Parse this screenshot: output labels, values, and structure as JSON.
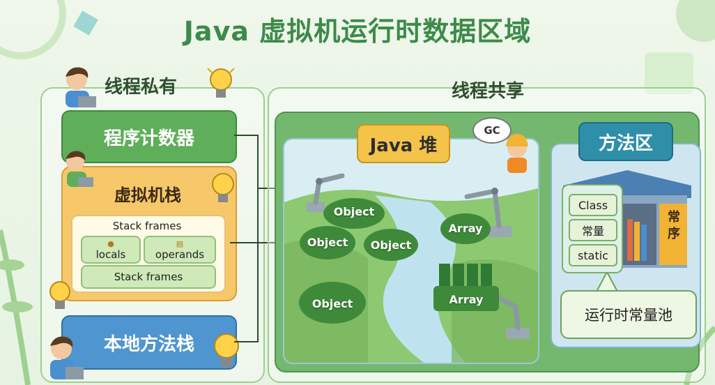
{
  "title": "Java 虚拟机运行时数据区域",
  "private": {
    "title": "线程私有",
    "pc_register": "程序计数器",
    "vm_stack": {
      "title": "虚拟机栈",
      "frames_title": "Stack frames",
      "locals": "locals",
      "operands": "operands",
      "frames_bottom": "Stack frames"
    },
    "native_stack": "本地方法栈"
  },
  "shared": {
    "title": "线程共享",
    "heap": {
      "title": "Java 堆",
      "gc": "GC",
      "objects": [
        "Object",
        "Object",
        "Object",
        "Object"
      ],
      "arrays": [
        "Array",
        "Array"
      ]
    },
    "method_area": {
      "title": "方法区",
      "items": [
        "Class",
        "常量",
        "static"
      ],
      "side_sign": "常\n序",
      "pool": "运行时常量池"
    }
  },
  "icons": [
    "person-icon",
    "lightbulb-icon",
    "robot-arm-icon",
    "worker-icon",
    "tree-icon"
  ],
  "colors": {
    "title": "#3d8a4a",
    "pc": "#5fae5a",
    "vm_stack": "#f7c86a",
    "native": "#4f95cf",
    "heap_label": "#f3c34a",
    "method_label": "#2f8fa8"
  }
}
